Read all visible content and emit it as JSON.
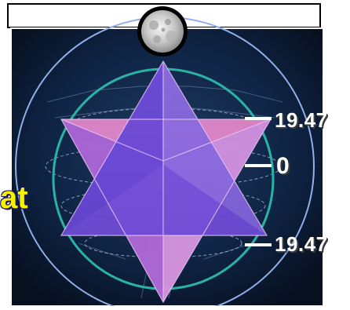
{
  "labels": {
    "upper_angle": "19.47",
    "center": "0",
    "lower_angle": "19.47",
    "edge_word_fragment": "at"
  },
  "colors": {
    "background": "#0b1a33",
    "outer_circle": "#8fb0e8",
    "inner_circle": "#2ab3a2",
    "upper_tetrahedron": "#8a4fd6",
    "lower_tetrahedron": "#c07ad8",
    "pink_face": "#e78ac0",
    "label_text": "#ffffff",
    "word_text": "#f6f200"
  },
  "icons": {
    "moon": "moon-icon"
  }
}
